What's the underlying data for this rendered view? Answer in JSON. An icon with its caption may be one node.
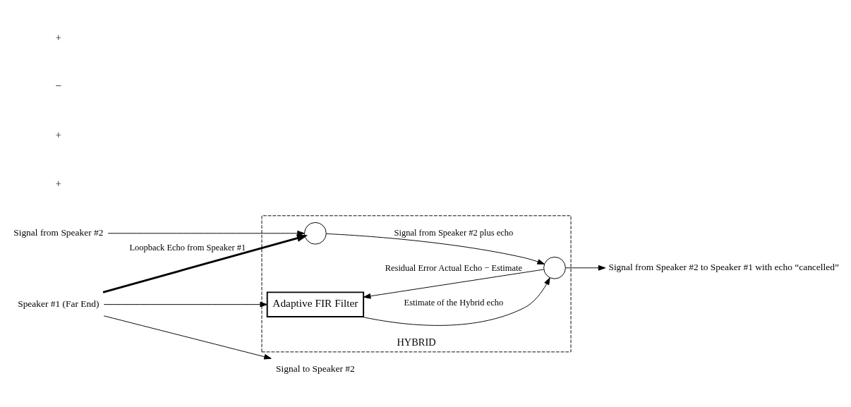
{
  "diagram": {
    "nodes": [
      {
        "text": [
          "HYBRID"
        ]
      },
      {
        "text": [
          "Adaptive FIR Filter"
        ],
        "in": 0
      },
      {
        "text": [],
        "shape": "circle",
        "in": 0
      },
      {
        "text": [],
        "shape": "circle",
        "in": 0
      },
      {
        "text": [
          "Signal from Speaker #2 to Speaker #1 with echo “cancelled”"
        ]
      },
      {
        "text": [
          "Signal from Speaker #2"
        ]
      },
      {
        "text": [
          "Speaker #1 (Far End)"
        ]
      },
      {
        "text": [
          "Signal to Speaker #2"
        ]
      }
    ],
    "edges": [
      {
        "from": 5,
        "to": 3,
        "arrow": "to"
      },
      {
        "from": 3,
        "to": 2,
        "arrow": "to",
        "label": "Signal from Speaker #2 plus echo"
      },
      {
        "from": 2,
        "to": 4,
        "arrow": "to"
      },
      {
        "from": 2,
        "to": 1,
        "arrow": "to",
        "label": "Residual Error Actual Echo − Estimate"
      },
      {
        "from": 1,
        "to": 2,
        "arrow": "to",
        "label": "Estimate of the Hybrid echo"
      },
      {
        "from": 6,
        "to": 7,
        "arrow": "to"
      },
      {
        "from": 6,
        "to": 1,
        "arrow": "to"
      },
      {
        "from": 6,
        "to": 3,
        "arrow": "to",
        "style": "thick",
        "label": "Loopback Echo from Speaker #1"
      }
    ],
    "labels": [
      "+",
      "+",
      "−",
      "+"
    ]
  }
}
